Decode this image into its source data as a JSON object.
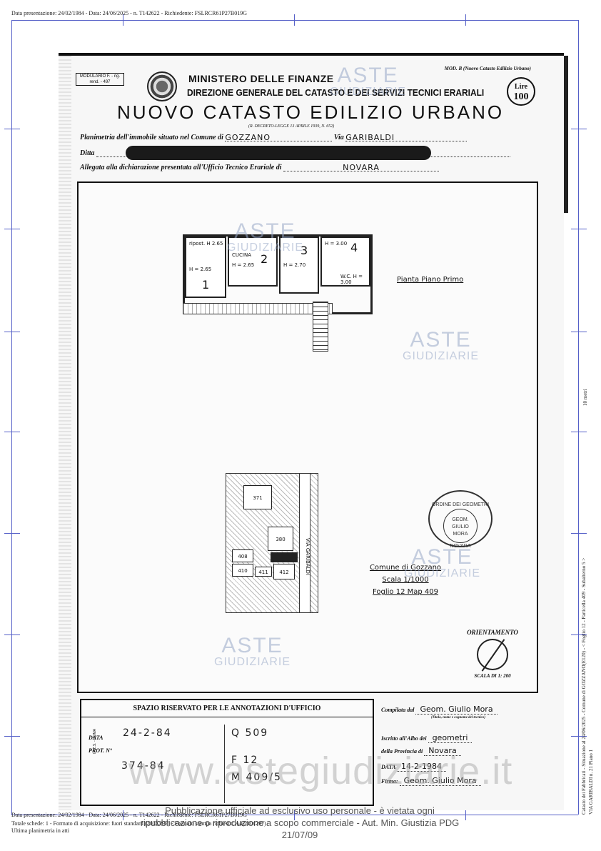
{
  "header_line": "Data presentazione: 24/02/1984 - Data: 24/06/2025 - n. T142622 - Richiedente: FSLRCR61P27B019G",
  "footer_lines": [
    "Data presentazione: 24/02/1984 - Data: 24/06/2025 - n. T142622 - Richiedente: FSLRCR61P27B019G",
    "Totale schede: 1 - Formato di acquisizione: fuori standard (210X297) - Formato stampa richiesto: A4(210x297)",
    "Ultima planimetria in atti"
  ],
  "side_text_right": "Catasto dei Fabbricati - Situazione al 24/06/2025 - Comune di GOZZANO(E120) - < Foglio 12 - Particella 409 - Subalterno 5 >",
  "side_text_right2": "VIA GARIBALDI n. 21 Piano 1",
  "side_scale": "10 metri",
  "form": {
    "modulario": "MODULARIO\nF. - rig. rend. - 497",
    "ministry": "MINISTERO DELLE FINANZE",
    "direction": "DIREZIONE GENERALE DEL CATASTO E DEI SERVIZI TECNICI ERARIALI",
    "title": "NUOVO CATASTO EDILIZIO URBANO",
    "decree": "(R. DECRETO-LEGGE 13 APRILE 1939, N. 652)",
    "mod": "MOD. B (Nuovo Catasto Edilizio Urbano)",
    "stamp_label": "Lire",
    "stamp_value": "100",
    "planimetria_label": "Planimetria dell'immobile situato nel Comune di",
    "comune": "GOZZANO",
    "via_label": "Via",
    "via": "GARIBALDI",
    "ditta_label": "Ditta",
    "allegata_label": "Allegata alla dichiarazione presentata all'Ufficio Tecnico Erariale di",
    "ufficio": "NOVARA"
  },
  "plan": {
    "title": "Pianta Piano Primo",
    "rooms": [
      {
        "label": "ripost. H 2.65",
        "height": "H = 2.65",
        "num": "1"
      },
      {
        "label": "CUCINA",
        "height": "H = 2.65",
        "num": "2"
      },
      {
        "label": "",
        "height": "H = 2.70",
        "num": "3"
      },
      {
        "label": "H = 3.00",
        "height": "W.C. H = 3.00",
        "num": "4"
      }
    ],
    "map_labels": [
      "371",
      "380",
      "408",
      "410",
      "411",
      "412"
    ],
    "road_label": "VIA GARIBALDI",
    "comune_text": "Comune di Gozzano",
    "scala_text": "Scala 1/1000",
    "foglio_text": "Foglio 12 Map 409",
    "stamp_lines": [
      "ORDINE DEI GEOMETRI",
      "GEOM.",
      "GIULIO",
      "MORA",
      "NOVARA"
    ],
    "orient_label": "ORIENTAMENTO",
    "scale_label": "SCALA DI 1: 200"
  },
  "annotations": {
    "title": "SPAZIO RISERVATO PER LE ANNOTAZIONI D'UFFICIO",
    "data_label": "DATA",
    "data_value": "24-2-84",
    "prot_label": "PROT. N°",
    "prot_value": "374-84",
    "note1": "Q 509",
    "note2": "F 12",
    "note3": "M 409/5",
    "ipzs": "I.P.Z.S. - ROMA",
    "compilata_label": "Compilata dal",
    "compilata_value": "Geom. Giulio Mora",
    "compilata_sub": "(Titolo, nome e cognome del tecnico)",
    "albo_label": "Iscritto all'Albo dei",
    "albo_value": "geometri",
    "provincia_label": "della Provincia di",
    "provincia_value": "Novara",
    "data2_label": "DATA",
    "data2_value": "14-2-1984",
    "firma_label": "Firma:",
    "firma_value": "Geom. Giulio Mora"
  },
  "watermark": {
    "brand": "ASTE",
    "sub": "GIUDIZIARIE",
    "url": "www.astegiudiziarie.it"
  },
  "publication": [
    "Pubblicazione ufficiale ad esclusivo uso personale - è vietata ogni",
    "ripubblicazione o riproduzione a scopo commerciale - Aut. Min. Giustizia PDG 21/07/09"
  ]
}
